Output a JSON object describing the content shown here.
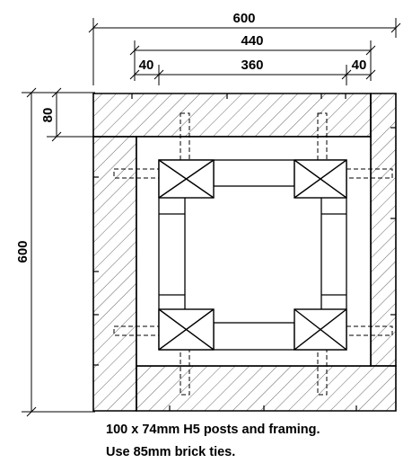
{
  "dimensions": {
    "overall_width": "600",
    "inner_span": "440",
    "clear_span": "360",
    "left_offset": "40",
    "right_offset": "40",
    "wall_thickness": "80",
    "overall_height": "600"
  },
  "notes": {
    "line1": "100 x 74mm H5 posts and framing.",
    "line2": "Use 85mm brick ties."
  },
  "colors": {
    "line": "#000000",
    "hatch": "#000000",
    "background": "#ffffff"
  }
}
